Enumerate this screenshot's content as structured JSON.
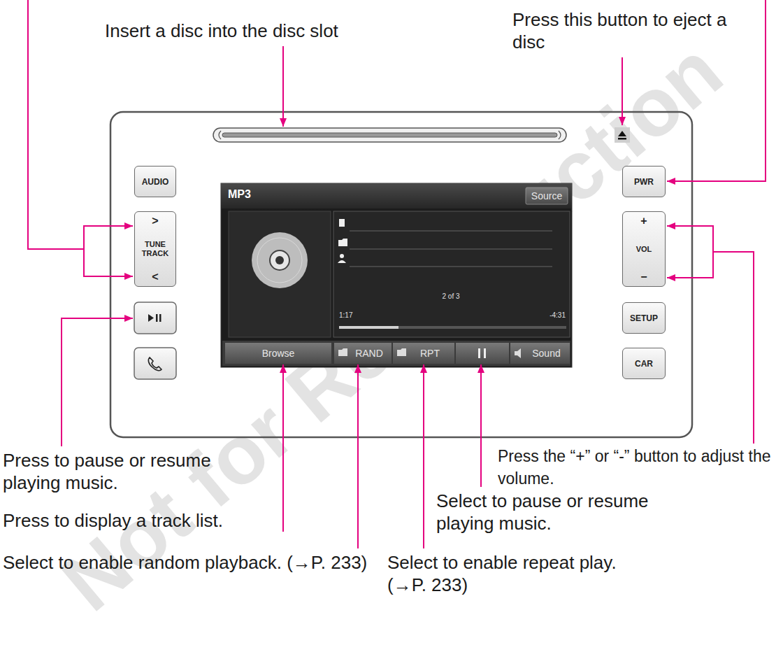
{
  "diagram": {
    "nodes": [
      {
        "text": [
          "AUDIO"
        ]
      },
      {
        "text": [
          ">",
          "TUNE TRACK",
          "<"
        ]
      },
      {
        "text": [
          "MP3",
          "2 of 3",
          "1:17",
          "-4:31"
        ]
      },
      {
        "text": [
          "Source"
        ],
        "in": 2
      },
      {
        "text": [
          "Browse"
        ],
        "in": 2
      },
      {
        "text": [
          "RAND"
        ],
        "in": 2
      },
      {
        "text": [
          "RPT"
        ],
        "in": 2
      },
      {
        "text": [
          "Sound"
        ],
        "in": 2
      },
      {
        "text": [
          "PWR"
        ]
      },
      {
        "text": [
          "+",
          "VOL",
          "−"
        ]
      },
      {
        "text": [
          "SETUP"
        ]
      },
      {
        "text": [
          "CAR"
        ]
      }
    ],
    "labels": [
      "Insert a disc into the disc slot",
      "Press this button to eject a disc",
      "Press to pause or resume playing music.",
      "Press the “+” or “-” button to adjust the volume.",
      "Press to display a track list.",
      "Select to pause or resume playing music.",
      "Select to enable random playback. (→P. 233)",
      "Select to enable repeat play. (→P. 233)",
      "Not for Reproduction"
    ]
  }
}
